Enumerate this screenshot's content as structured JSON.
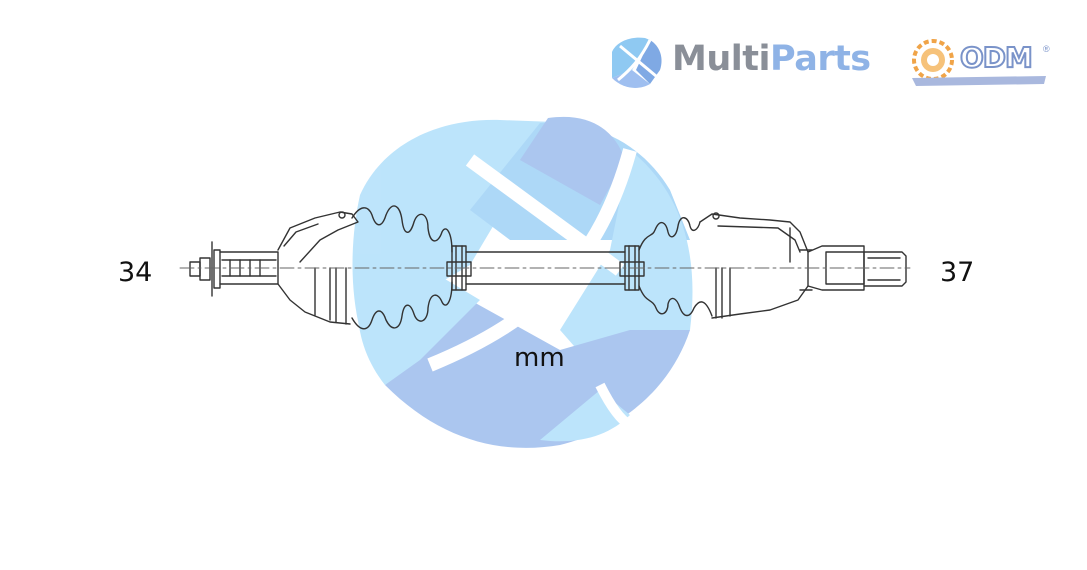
{
  "logo": {
    "brand_part1": "Multi",
    "brand_part2": "Parts",
    "odm_text": "ODM",
    "odm_reg": "®",
    "colors": {
      "brand_gray": "#8a8f98",
      "brand_blue": "#8fb3e6",
      "odm_orange": "#f0a448",
      "odm_blue": "#7a93c9"
    }
  },
  "dimensions": {
    "left_spline_count": "34",
    "right_spline_count": "37",
    "unit": "mm"
  },
  "watermark": {
    "icon": "multiparts-swirl-icon",
    "colors": [
      "#b9e3fb",
      "#a7c3ef"
    ]
  },
  "part": {
    "icon": "drive-shaft-icon",
    "line_color": "#333333"
  }
}
